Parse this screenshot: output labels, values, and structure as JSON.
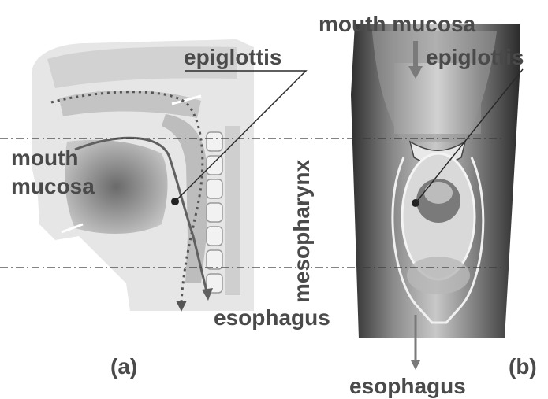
{
  "panel_a": {
    "label_epiglottis": "epiglottis",
    "label_mouth": "mouth",
    "label_mucosa": "mucosa",
    "label_esophagus": "esophagus",
    "caption": "(a)"
  },
  "middle": {
    "label_mesopharynx": "mesopharynx"
  },
  "panel_b": {
    "label_mouth_mucosa": "mouth mucosa",
    "label_epiglottis": "epiglottis",
    "label_esophagus": "esophagus",
    "caption": "(b)"
  },
  "colors": {
    "text": "#4a4a4a",
    "line": "#3c3c3c",
    "tissue_light": "#e2e2e2",
    "tissue_dark": "#5a5a5a"
  }
}
